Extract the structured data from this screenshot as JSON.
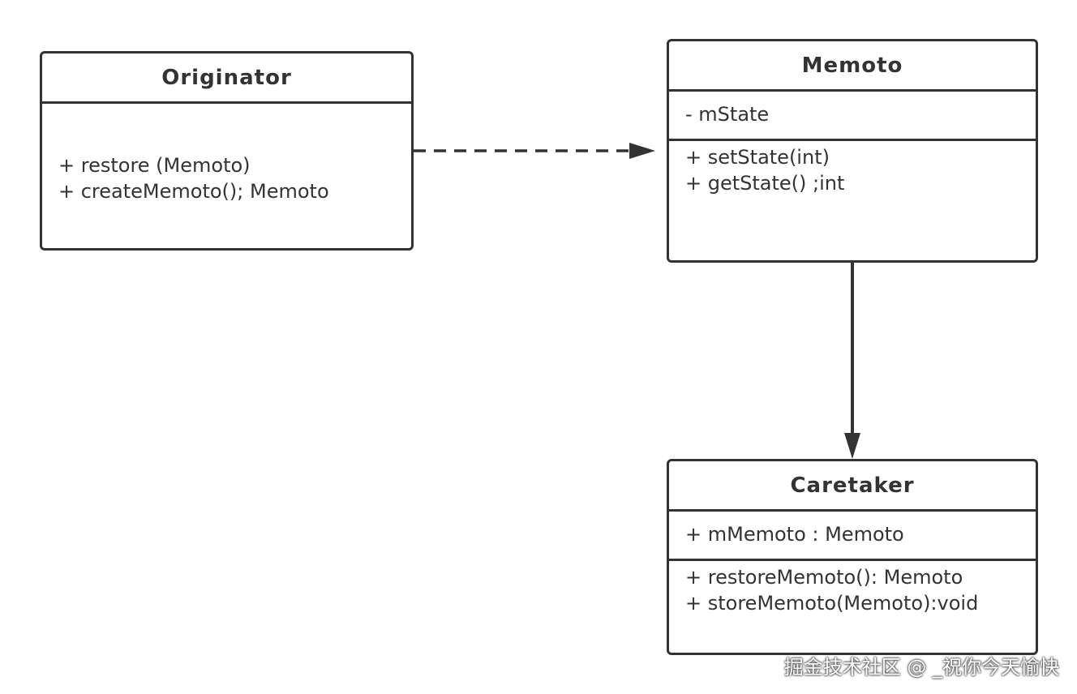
{
  "diagram": {
    "classes": {
      "originator": {
        "name": "Originator",
        "attributes": [],
        "methods": [
          "+ restore (Memoto)",
          "+ createMemoto(); Memoto"
        ]
      },
      "memoto": {
        "name": "Memoto",
        "attributes": [
          "- mState"
        ],
        "methods": [
          "+ setState(int)",
          "+ getState() ;int"
        ]
      },
      "caretaker": {
        "name": "Caretaker",
        "attributes": [
          "+ mMemoto : Memoto"
        ],
        "methods": [
          "+ restoreMemoto(): Memoto",
          "+ storeMemoto(Memoto):void"
        ]
      }
    },
    "relationships": [
      {
        "from": "Originator",
        "to": "Memoto",
        "kind": "dependency",
        "line": "dashed"
      },
      {
        "from": "Memoto",
        "to": "Caretaker",
        "kind": "association",
        "line": "solid"
      }
    ],
    "colors": {
      "stroke": "#333333",
      "background": "#ffffff"
    }
  },
  "watermark": "掘金技术社区 @ _祝你今天愉快"
}
